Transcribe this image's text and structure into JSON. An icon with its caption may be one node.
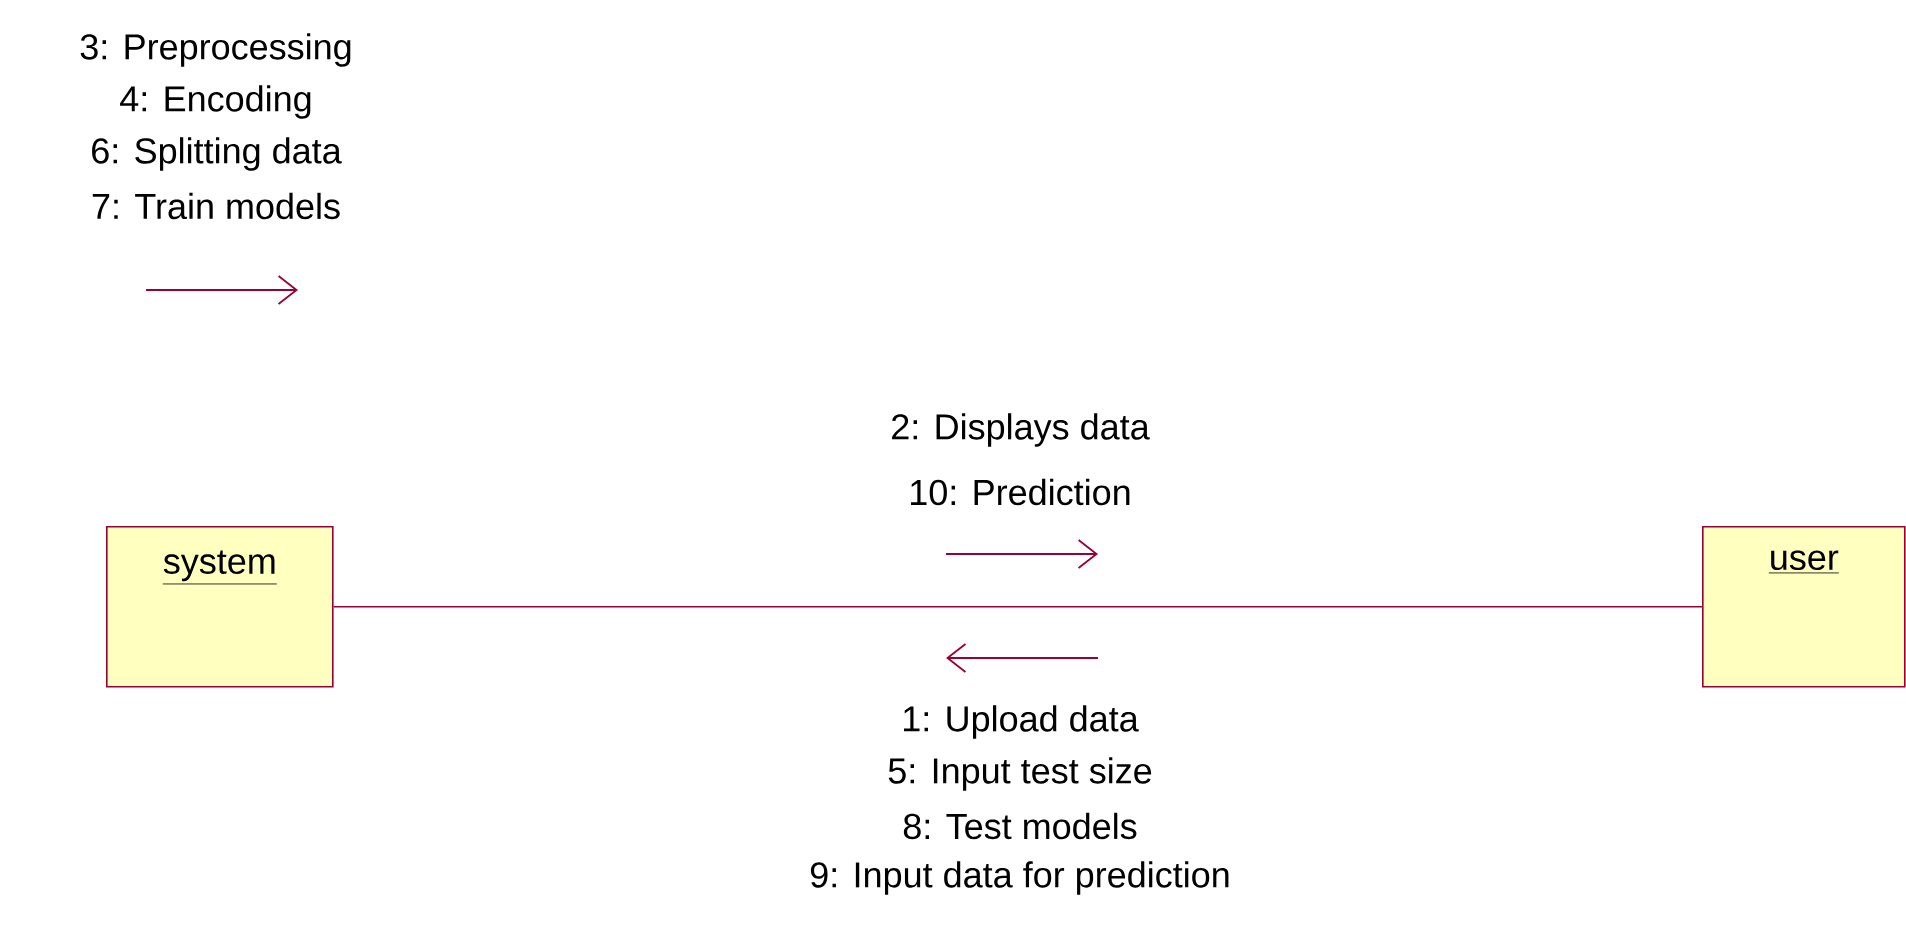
{
  "diagram": {
    "nodes": [
      {
        "text": [
          "system"
        ]
      },
      {
        "text": [
          "user"
        ]
      }
    ],
    "edges": [
      {
        "from": 0,
        "to": 1,
        "arrow": "none"
      }
    ],
    "labels": [
      "3: Preprocessing",
      "4: Encoding",
      "6: Splitting data",
      "7: Train models",
      "2: Displays data",
      "10: Prediction",
      "1: Upload data",
      "5: Input test size",
      "8: Test models",
      "9: Input data for prediction"
    ]
  }
}
